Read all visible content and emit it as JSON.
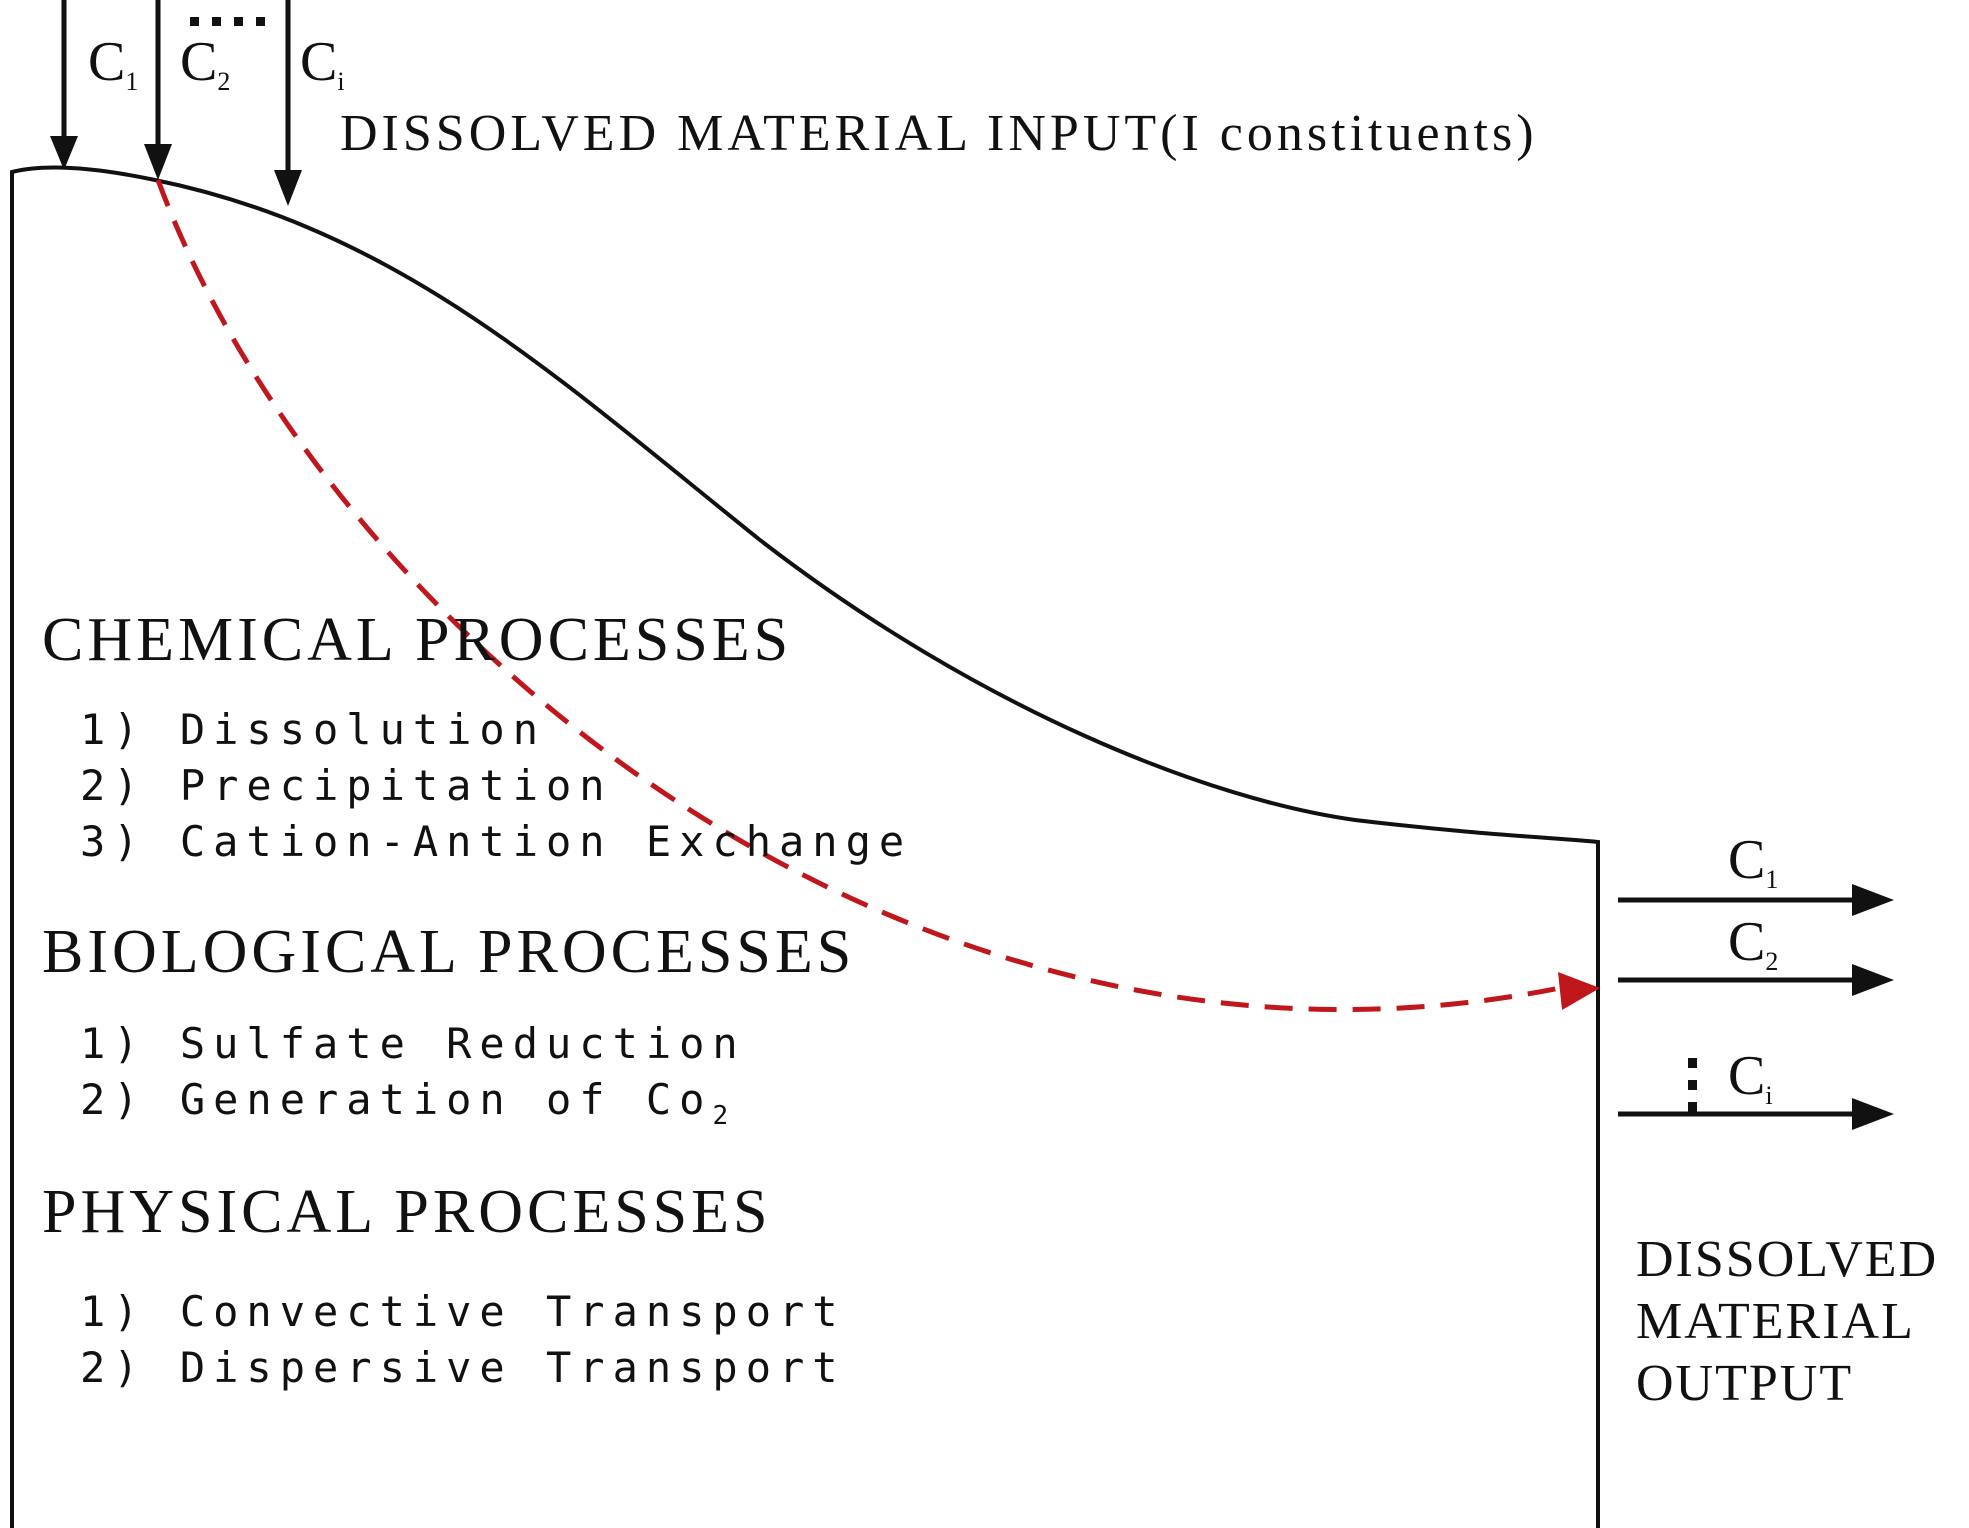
{
  "input": {
    "title": "DISSOLVED MATERIAL INPUT(I constituents)",
    "c1": {
      "base": "C",
      "sub": "1"
    },
    "c2": {
      "base": "C",
      "sub": "2"
    },
    "ci": {
      "base": "C",
      "sub": "i"
    }
  },
  "chemical": {
    "heading": "CHEMICAL PROCESSES",
    "items": [
      "1) Dissolution",
      "2) Precipitation",
      "3) Cation-Antion Exchange"
    ]
  },
  "biological": {
    "heading": "BIOLOGICAL PROCESSES",
    "items": [
      "1) Sulfate Reduction",
      "2) Generation of Co"
    ],
    "co2_sub": "2"
  },
  "physical": {
    "heading": "PHYSICAL PROCESSES",
    "items": [
      "1) Convective Transport",
      "2) Dispersive Transport"
    ]
  },
  "output": {
    "title_lines": [
      "DISSOLVED",
      "MATERIAL",
      "OUTPUT"
    ],
    "c1": {
      "base": "C",
      "sub": "1"
    },
    "c2": {
      "base": "C",
      "sub": "2"
    },
    "ci": {
      "base": "C",
      "sub": "i"
    }
  },
  "colors": {
    "line": "#111111",
    "flowpath": "#c0171c"
  }
}
